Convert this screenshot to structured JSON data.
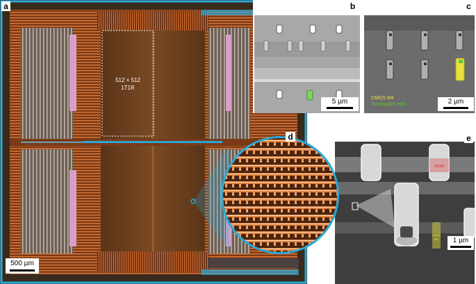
{
  "panels": {
    "a": {
      "label": "a",
      "array_label_line1": "512 × 512",
      "array_label_line2": "1T1R",
      "scale_bar": "500 µm"
    },
    "b": {
      "label": "b",
      "scale_bar": "5 µm"
    },
    "c": {
      "label": "c",
      "legend_cmos": "CMOS M4",
      "legend_passivation": "Passivation etch",
      "scale_bar": "2 µm"
    },
    "d": {
      "label": "d"
    },
    "e": {
      "label": "e",
      "rram_tag": "RRAM",
      "cmos_tag_line1": "CMOS",
      "cmos_tag_line2": "M4",
      "scale_bar": "1 µm"
    }
  },
  "colors": {
    "chip_orange": "#c8692e",
    "chip_blue": "#2aa8d8",
    "highlight_yellow": "#e8e23a",
    "highlight_green": "#5ec83a",
    "highlight_red": "#d83a3a",
    "sem_gray": "#8a8a8a"
  }
}
